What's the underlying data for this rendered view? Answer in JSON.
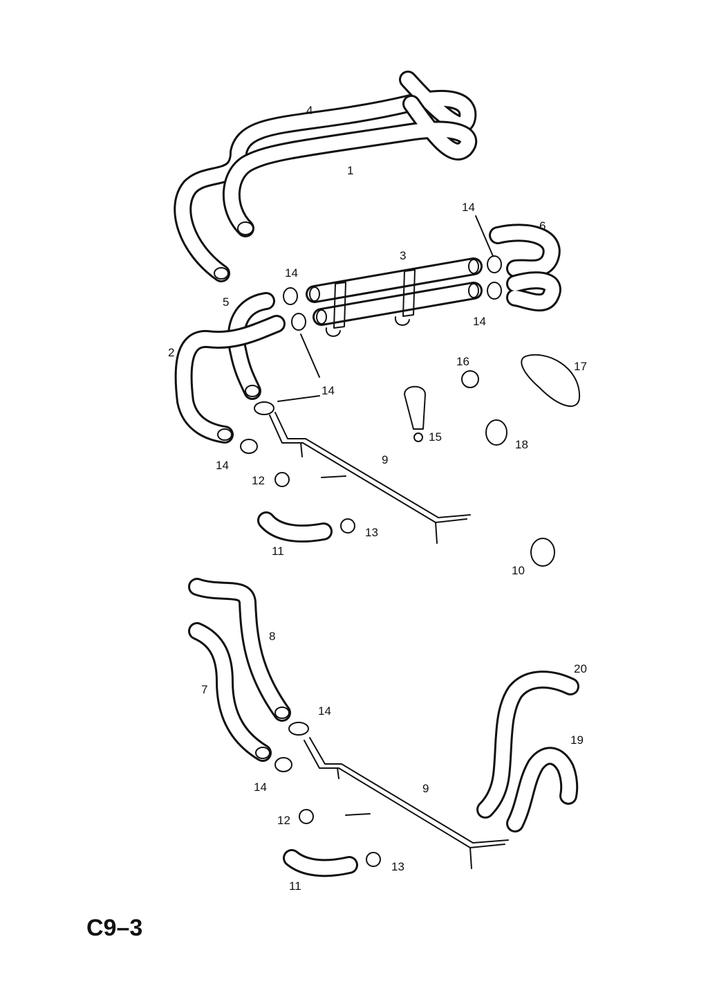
{
  "page_code": "C9–3",
  "callouts": {
    "p1": "1",
    "p2": "2",
    "p3": "3",
    "p4": "4",
    "p5": "5",
    "p6": "6",
    "p7": "7",
    "p8": "8",
    "p9a": "9",
    "p9b": "9",
    "p10": "10",
    "p11a": "11",
    "p11b": "11",
    "p12a": "12",
    "p12b": "12",
    "p13a": "13",
    "p13b": "13",
    "p14a": "14",
    "p14b": "14",
    "p14c": "14",
    "p14d": "14",
    "p14e": "14",
    "p14f": "14",
    "p15": "15",
    "p16": "16",
    "p17": "17",
    "p18": "18",
    "p19": "19",
    "p20": "20"
  }
}
